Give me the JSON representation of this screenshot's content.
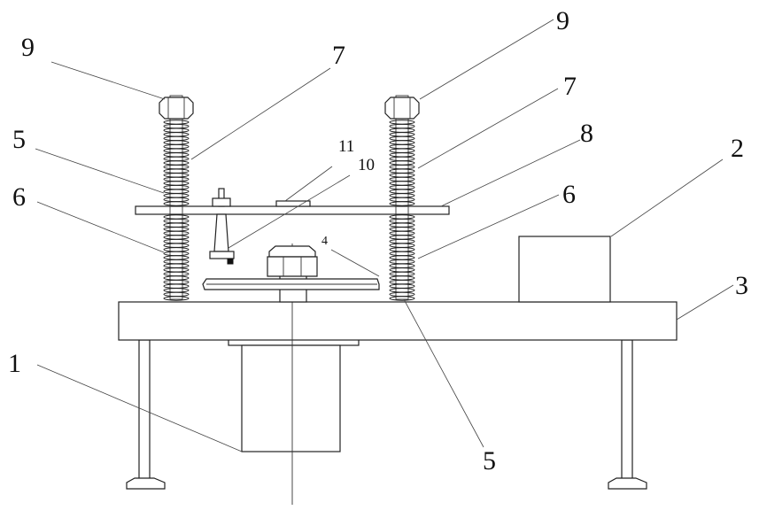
{
  "labels": {
    "motor": "1",
    "block": "2",
    "base_plate": "3",
    "center_disc": "4",
    "spring_lower_a": "5",
    "spring_lower_b": "5",
    "spring_lower_left": "6",
    "spring_lower_right": "6",
    "spring_upper_left": "7",
    "spring_upper_right": "7",
    "upper_plate": "8",
    "bolt_left": "9",
    "bolt_right": "9",
    "probe": "10",
    "pad": "11"
  }
}
